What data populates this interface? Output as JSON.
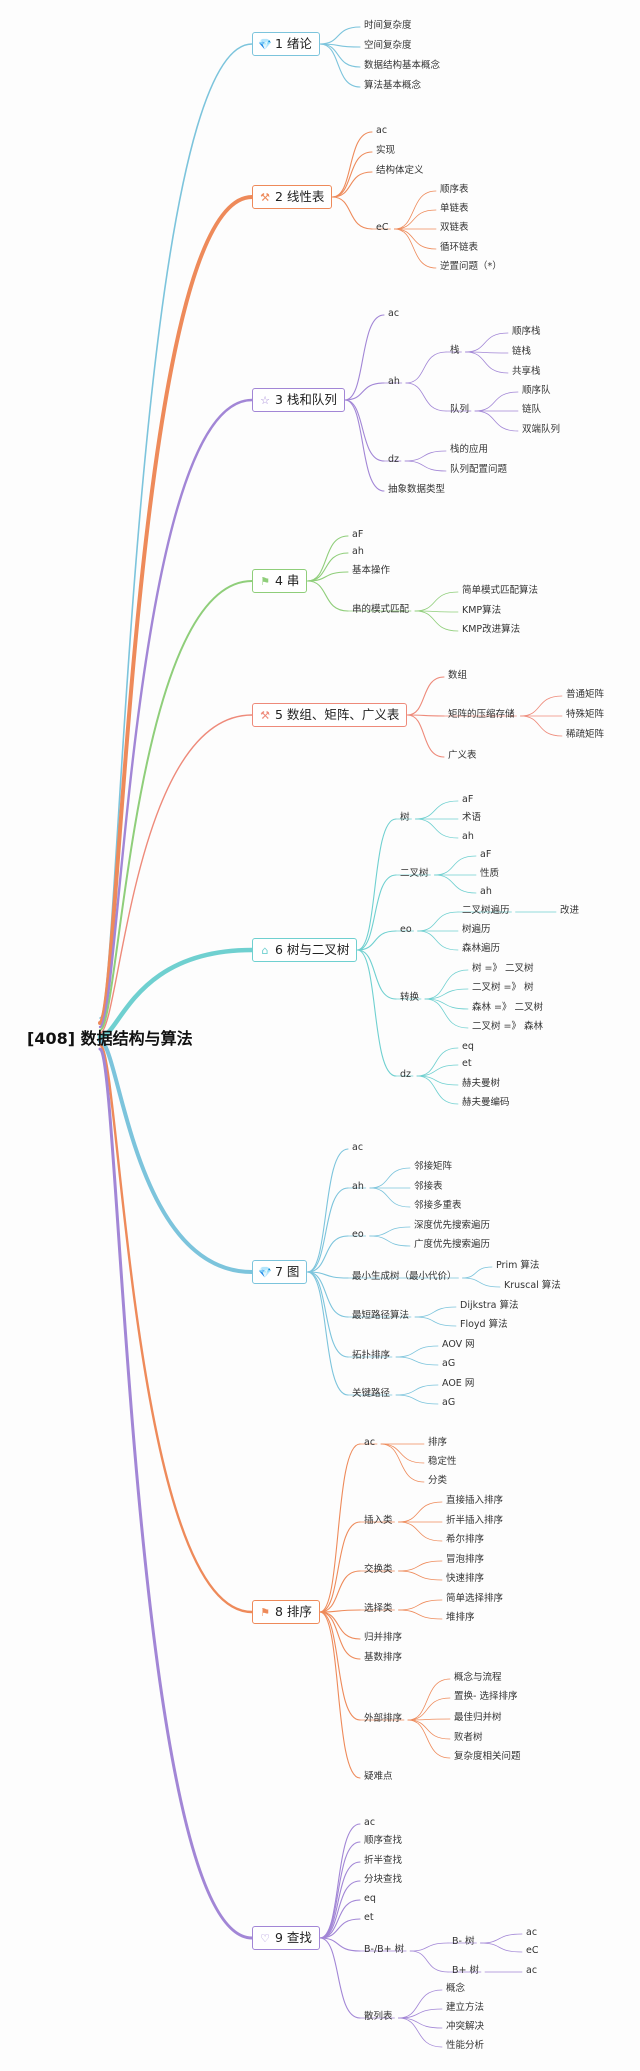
{
  "root": "[408] 数据结构与算法",
  "branches": [
    {
      "icon": "diamond-icon",
      "glyph": "💎",
      "label": "1 绪论",
      "color": "#7cc4dc",
      "children": [
        {
          "label": "时间复杂度"
        },
        {
          "label": "空间复杂度"
        },
        {
          "label": "数据结构基本概念"
        },
        {
          "label": "算法基本概念"
        }
      ]
    },
    {
      "icon": "tools-icon",
      "glyph": "⚒",
      "label": "2 线性表",
      "color": "#ee8a5a",
      "children": [
        {
          "label": "ac"
        },
        {
          "label": "实现"
        },
        {
          "label": "结构体定义"
        },
        {
          "label": "eC",
          "children": [
            {
              "label": "顺序表"
            },
            {
              "label": "单链表"
            },
            {
              "label": "双链表"
            },
            {
              "label": "循环链表"
            },
            {
              "label": "逆置问题（*）"
            }
          ]
        }
      ]
    },
    {
      "icon": "star-icon",
      "glyph": "☆",
      "label": "3 栈和队列",
      "color": "#a286d6",
      "children": [
        {
          "label": "ac"
        },
        {
          "label": "ah",
          "children": [
            {
              "label": "栈",
              "children": [
                {
                  "label": "顺序栈"
                },
                {
                  "label": "链栈"
                },
                {
                  "label": "共享栈"
                }
              ]
            },
            {
              "label": "队列",
              "children": [
                {
                  "label": "顺序队"
                },
                {
                  "label": "链队"
                },
                {
                  "label": "双端队列"
                }
              ]
            }
          ]
        },
        {
          "label": "dz",
          "children": [
            {
              "label": "栈的应用"
            },
            {
              "label": "队列配置问题"
            }
          ]
        },
        {
          "label": "抽象数据类型"
        }
      ]
    },
    {
      "icon": "flag-icon",
      "glyph": "⚑",
      "label": "4 串",
      "color": "#8fce7a",
      "children": [
        {
          "label": "aF"
        },
        {
          "label": "ah"
        },
        {
          "label": "基本操作"
        },
        {
          "label": "串的模式匹配",
          "children": [
            {
              "label": "简单模式匹配算法"
            },
            {
              "label": "KMP算法"
            },
            {
              "label": "KMP改进算法"
            }
          ]
        }
      ]
    },
    {
      "icon": "tools-icon",
      "glyph": "⚒",
      "label": "5 数组、矩阵、广义表",
      "color": "#ee8a7a",
      "children": [
        {
          "label": "数组"
        },
        {
          "label": "矩阵的压缩存储",
          "children": [
            {
              "label": "普通矩阵"
            },
            {
              "label": "特殊矩阵"
            },
            {
              "label": "稀疏矩阵"
            }
          ]
        },
        {
          "label": "广义表"
        }
      ]
    },
    {
      "icon": "house-icon",
      "glyph": "⌂",
      "label": "6 树与二叉树",
      "color": "#6fd0d0",
      "children": [
        {
          "label": "树",
          "children": [
            {
              "label": "aF"
            },
            {
              "label": "术语"
            },
            {
              "label": "ah"
            }
          ]
        },
        {
          "label": "二叉树",
          "children": [
            {
              "label": "aF"
            },
            {
              "label": "性质"
            },
            {
              "label": "ah"
            }
          ]
        },
        {
          "label": "eo",
          "children": [
            {
              "label": "二叉树遍历",
              "children": [
                {
                  "label": "改进"
                }
              ]
            },
            {
              "label": "树遍历"
            },
            {
              "label": "森林遍历"
            }
          ]
        },
        {
          "label": "转换",
          "children": [
            {
              "label": "树 =》 二叉树"
            },
            {
              "label": "二叉树 =》 树"
            },
            {
              "label": "森林 =》 二叉树"
            },
            {
              "label": "二叉树 =》 森林"
            }
          ]
        },
        {
          "label": "dz",
          "children": [
            {
              "label": "eq"
            },
            {
              "label": "et"
            },
            {
              "label": "赫夫曼树"
            },
            {
              "label": "赫夫曼编码"
            }
          ]
        }
      ]
    },
    {
      "icon": "diamond-icon",
      "glyph": "💎",
      "label": "7 图",
      "color": "#7cc4dc",
      "children": [
        {
          "label": "ac"
        },
        {
          "label": "ah",
          "children": [
            {
              "label": "邻接矩阵"
            },
            {
              "label": "邻接表"
            },
            {
              "label": "邻接多重表"
            }
          ]
        },
        {
          "label": "eo",
          "children": [
            {
              "label": "深度优先搜索遍历"
            },
            {
              "label": "广度优先搜索遍历"
            }
          ]
        },
        {
          "label": "最小生成树（最小代价）",
          "children": [
            {
              "label": "Prim 算法"
            },
            {
              "label": "Kruscal 算法"
            }
          ]
        },
        {
          "label": "最短路径算法",
          "children": [
            {
              "label": "Dijkstra 算法"
            },
            {
              "label": "Floyd 算法"
            }
          ]
        },
        {
          "label": "拓扑排序",
          "children": [
            {
              "label": "AOV 网"
            },
            {
              "label": "aG"
            }
          ]
        },
        {
          "label": "关键路径",
          "children": [
            {
              "label": "AOE 网"
            },
            {
              "label": "aG"
            }
          ]
        }
      ]
    },
    {
      "icon": "flag-icon",
      "glyph": "⚑",
      "label": "8 排序",
      "color": "#ee8a5a",
      "children": [
        {
          "label": "ac",
          "children": [
            {
              "label": "排序"
            },
            {
              "label": "稳定性"
            },
            {
              "label": "分类"
            }
          ]
        },
        {
          "label": "插入类",
          "children": [
            {
              "label": "直接插入排序"
            },
            {
              "label": "折半插入排序"
            },
            {
              "label": "希尔排序"
            }
          ]
        },
        {
          "label": "交换类",
          "children": [
            {
              "label": "冒泡排序"
            },
            {
              "label": "快速排序"
            }
          ]
        },
        {
          "label": "选择类",
          "children": [
            {
              "label": "简单选择排序"
            },
            {
              "label": "堆排序"
            }
          ]
        },
        {
          "label": "归并排序"
        },
        {
          "label": "基数排序"
        },
        {
          "label": "外部排序",
          "children": [
            {
              "label": "概念与流程"
            },
            {
              "label": "置换- 选择排序"
            },
            {
              "label": "最佳归并树"
            },
            {
              "label": "败者树"
            },
            {
              "label": "复杂度相关问题"
            }
          ]
        },
        {
          "label": "疑难点"
        }
      ]
    },
    {
      "icon": "heart-icon",
      "glyph": "♡",
      "label": "9 查找",
      "color": "#a286d6",
      "children": [
        {
          "label": "ac"
        },
        {
          "label": "顺序查找"
        },
        {
          "label": "折半查找"
        },
        {
          "label": "分块查找"
        },
        {
          "label": "eq"
        },
        {
          "label": "et"
        },
        {
          "label": "B-/B+ 树",
          "children": [
            {
              "label": "B- 树",
              "children": [
                {
                  "label": "ac"
                },
                {
                  "label": "eC"
                }
              ]
            },
            {
              "label": "B+ 树",
              "children": [
                {
                  "label": "ac"
                }
              ]
            }
          ]
        },
        {
          "label": "散列表",
          "children": [
            {
              "label": "概念"
            },
            {
              "label": "建立方法"
            },
            {
              "label": "冲突解决"
            },
            {
              "label": "性能分析"
            }
          ]
        }
      ]
    }
  ]
}
